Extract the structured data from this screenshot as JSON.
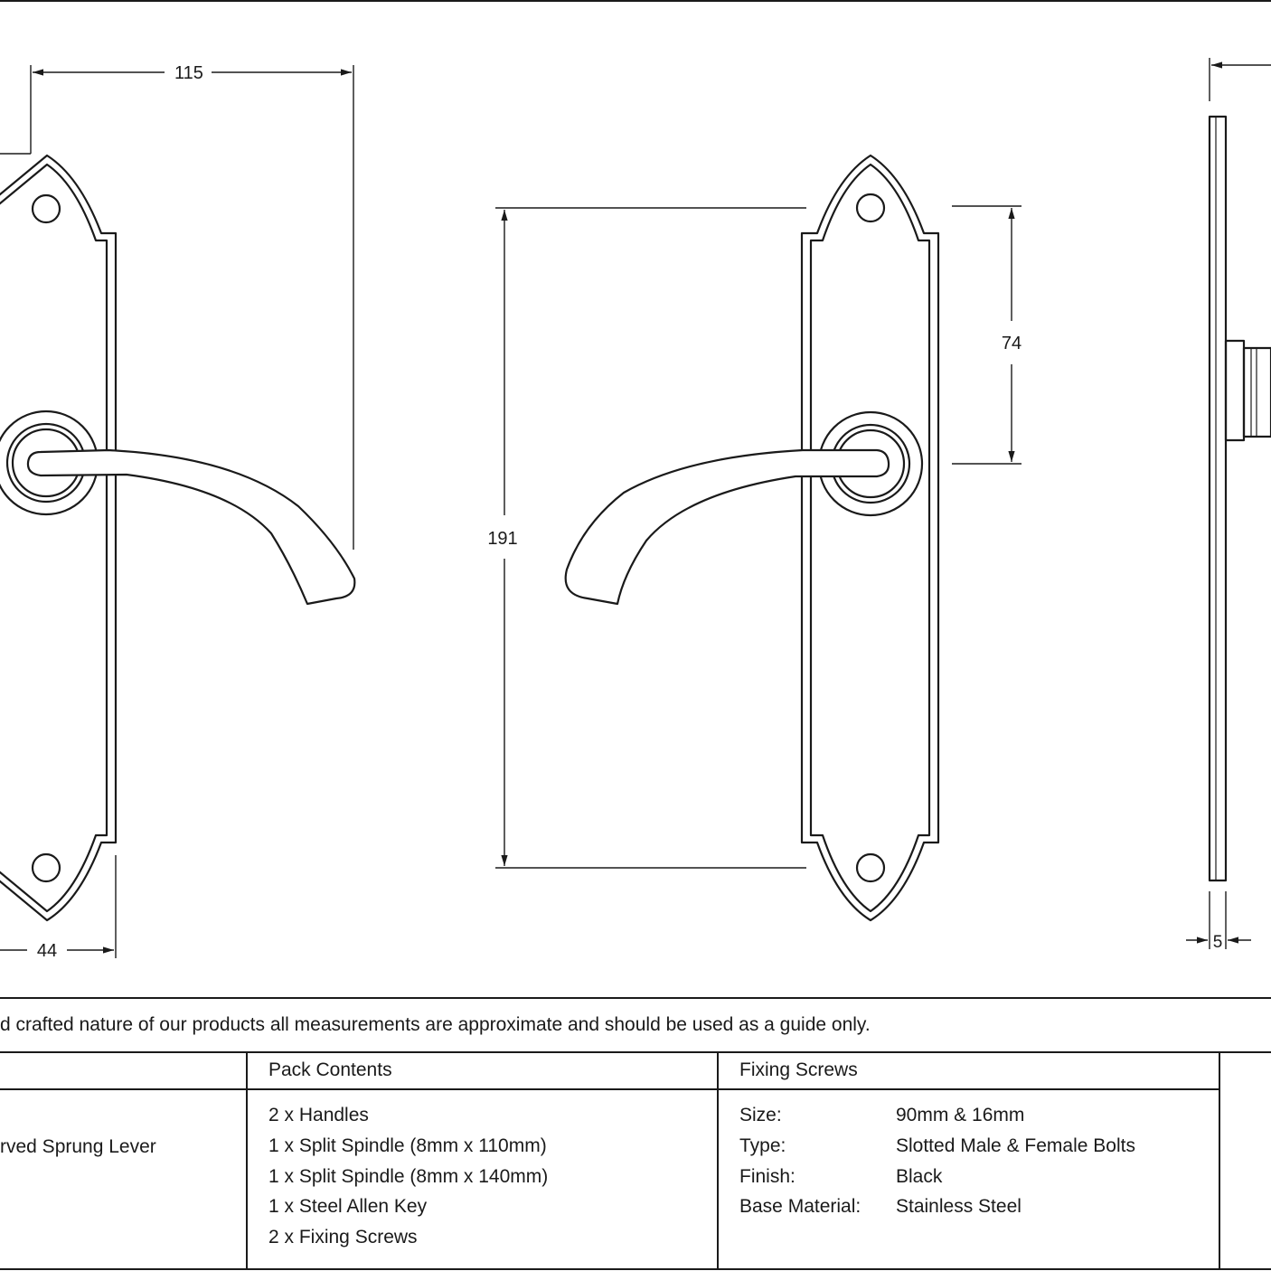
{
  "dimensions": {
    "width_overall": "115",
    "plate_width": "44",
    "plate_height": "191",
    "centres": "74",
    "plate_thickness": "5"
  },
  "note": "d crafted nature of our products all measurements are approximate and should be used as a guide only.",
  "table": {
    "col1_value": "rved Sprung Lever",
    "pack_header": "Pack Contents",
    "pack_items": [
      "2 x Handles",
      "1 x Split Spindle (8mm x 110mm)",
      "1 x Split Spindle (8mm x 140mm)",
      "1 x Steel Allen Key",
      "2 x Fixing Screws"
    ],
    "screws_header": "Fixing Screws",
    "screws": [
      {
        "label": "Size:",
        "value": "90mm & 16mm"
      },
      {
        "label": "Type:",
        "value": "Slotted Male & Female Bolts"
      },
      {
        "label": "Finish:",
        "value": "Black"
      },
      {
        "label": "Base Material:",
        "value": "Stainless Steel"
      }
    ]
  },
  "colors": {
    "line": "#1a1a1a",
    "background": "#ffffff"
  }
}
